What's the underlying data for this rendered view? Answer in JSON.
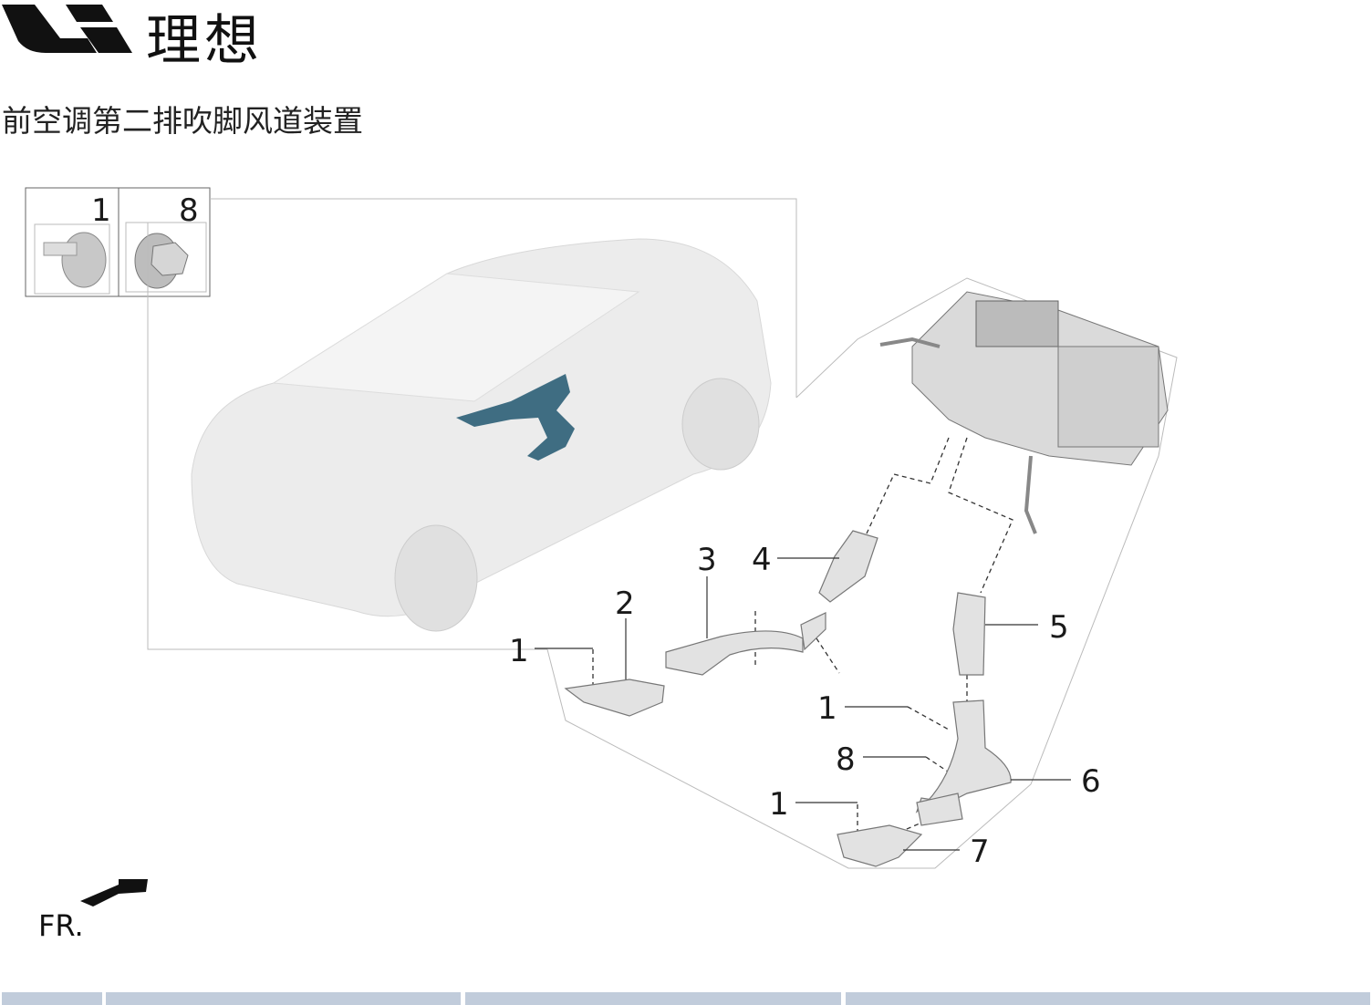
{
  "brand": {
    "name": "理想",
    "logo": "li-auto-logo"
  },
  "title": "前空调第二排吹脚风道装置",
  "legend": [
    {
      "number": "1",
      "part": "clip"
    },
    {
      "number": "8",
      "part": "nut"
    }
  ],
  "callouts": [
    "1",
    "2",
    "3",
    "4",
    "5",
    "1",
    "8",
    "6",
    "1",
    "7"
  ],
  "direction_label": "FR.",
  "colors": {
    "highlight": "#3f6d82",
    "table_header": "#c1ccdb"
  }
}
